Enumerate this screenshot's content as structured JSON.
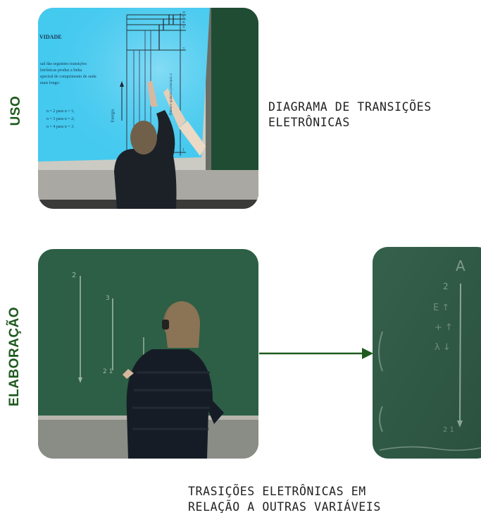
{
  "sections": [
    {
      "label": "USO",
      "caption": "DIAGRAMA DE TRANSIÇÕES\nELETRÔNICAS"
    },
    {
      "label": "ELABORAÇÃO",
      "caption": "TRASIÇÕES ELETRÔNICAS EM\nRELAÇÃO A OUTRAS VARIÁVEIS"
    }
  ],
  "slide": {
    "heading": "VIDADE",
    "question_lines": [
      "ual das seguintes transições",
      "letrônicas produz a linha",
      "spectral de comprimento de onda",
      "mais longo:"
    ],
    "options": [
      "n = 2 para n = 1;",
      "n = 3 para n = 2;",
      "n = 4 para n = 3."
    ],
    "axis_energy": "Energia",
    "axis_quantum": "Número quântico principal, n",
    "level_labels": [
      "∞",
      "5",
      "4",
      "3",
      "2",
      "1"
    ]
  },
  "colors": {
    "label_green": "#1e5a1e",
    "arrow_green": "#1f5a1f",
    "board": "#2c5f45",
    "slide_bg": "#44c9ef"
  }
}
